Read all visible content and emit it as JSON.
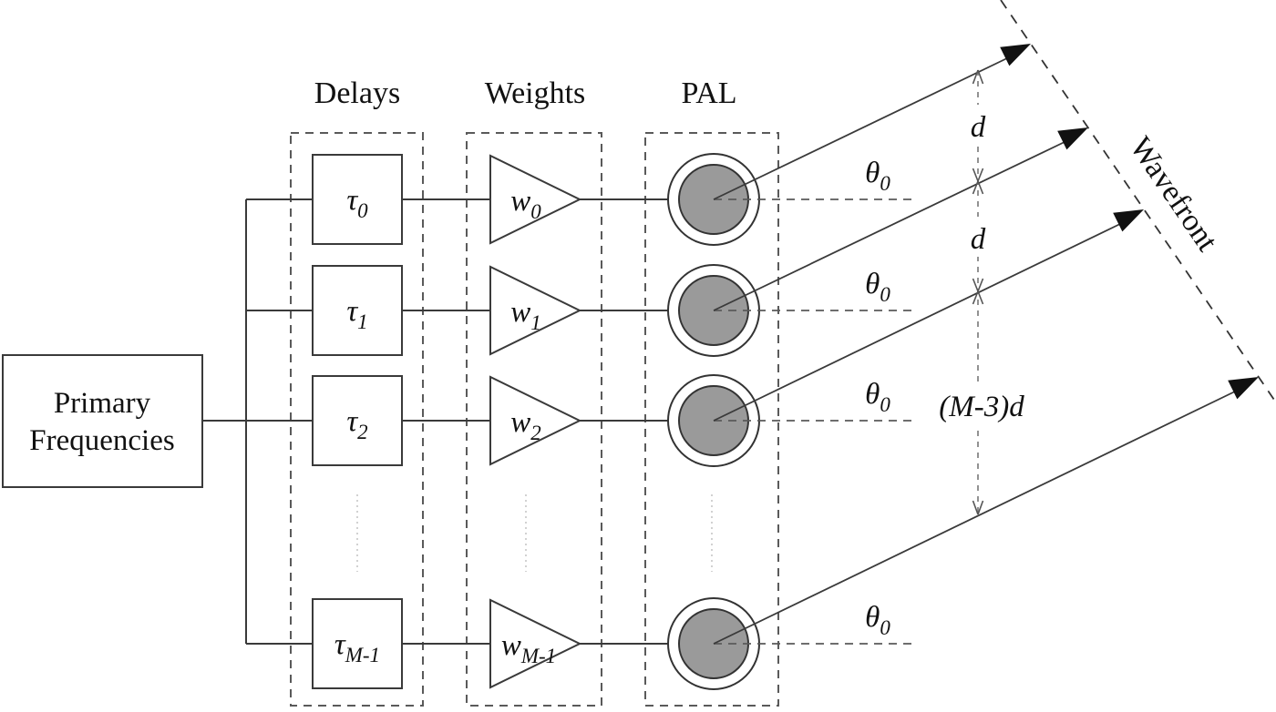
{
  "diagram": {
    "source": {
      "line1": "Primary",
      "line2": "Frequencies"
    },
    "column_headers": {
      "delays": "Delays",
      "weights": "Weights",
      "pal": "PAL"
    },
    "rows": [
      {
        "delay": "τ",
        "delay_sub": "0",
        "weight": "w",
        "weight_sub": "0",
        "angle": "θ",
        "angle_sub": "0"
      },
      {
        "delay": "τ",
        "delay_sub": "1",
        "weight": "w",
        "weight_sub": "1",
        "angle": "θ",
        "angle_sub": "0"
      },
      {
        "delay": "τ",
        "delay_sub": "2",
        "weight": "w",
        "weight_sub": "2",
        "angle": "θ",
        "angle_sub": "0"
      },
      {
        "delay": "τ",
        "delay_sub": "M-1",
        "weight": "w",
        "weight_sub": "M-1",
        "angle": "θ",
        "angle_sub": "0"
      }
    ],
    "spacing_labels": {
      "d_top": "d",
      "d_mid": "d",
      "d_bottom": "(M-3)d"
    },
    "wavefront_label": "Wavefront",
    "colors": {
      "line": "#3a3a3a",
      "dashed_box": "#5a5a5a",
      "dimension": "#777777",
      "transducer_fill": "#9a9a9a",
      "arrow_fill": "#111111",
      "ellipsis": "#c6c6c6",
      "background": "#ffffff"
    }
  }
}
